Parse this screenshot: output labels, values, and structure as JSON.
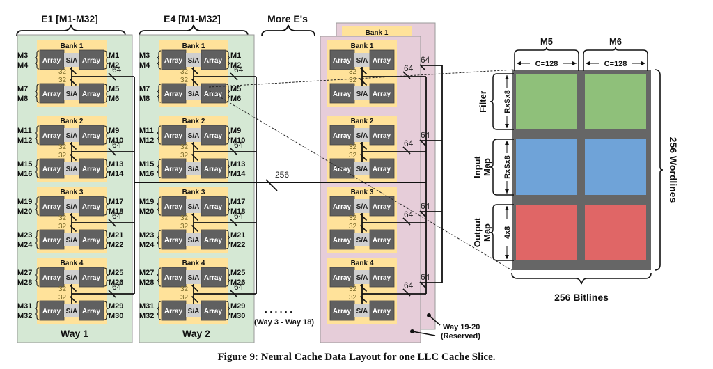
{
  "title_e1": "E1 [M1-M32]",
  "title_e4": "E4 [M1-M32]",
  "title_more": "More E's",
  "way_labels": [
    "Way 1",
    "Way 2"
  ],
  "ways_middle": "(Way 3 - Way 18)",
  "ellipsis": ". . . . . .",
  "reserved_line1": "Way 19-20",
  "reserved_line2": "(Reserved)",
  "bus_main": "256",
  "bus_64": "64",
  "bus_32": "32",
  "array_label": "Array",
  "sa_label": "S/A",
  "banks": [
    {
      "name": "Bank 1",
      "top": {
        "left": [
          "M3",
          "M4"
        ],
        "right": [
          "M1",
          "M2"
        ]
      },
      "bottom": {
        "left": [
          "M7",
          "M8"
        ],
        "right": [
          "M5",
          "M6"
        ]
      }
    },
    {
      "name": "Bank 2",
      "top": {
        "left": [
          "M11",
          "M12"
        ],
        "right": [
          "M9",
          "M10"
        ]
      },
      "bottom": {
        "left": [
          "M15",
          "M16"
        ],
        "right": [
          "M13",
          "M14"
        ]
      }
    },
    {
      "name": "Bank 3",
      "top": {
        "left": [
          "M19",
          "M20"
        ],
        "right": [
          "M17",
          "M18"
        ]
      },
      "bottom": {
        "left": [
          "M23",
          "M24"
        ],
        "right": [
          "M21",
          "M22"
        ]
      }
    },
    {
      "name": "Bank 4",
      "top": {
        "left": [
          "M27",
          "M28"
        ],
        "right": [
          "M25",
          "M26"
        ]
      },
      "bottom": {
        "left": [
          "M31",
          "M32"
        ],
        "right": [
          "M29",
          "M30"
        ]
      }
    }
  ],
  "back_bank_label": "Bank 1",
  "detail": {
    "columns": [
      {
        "name": "M5",
        "width_label": "C=128"
      },
      {
        "name": "M6",
        "width_label": "C=128"
      }
    ],
    "rows": [
      {
        "name": "Filter",
        "height_label": "RxSx8",
        "color": "#8fc07a"
      },
      {
        "name": "Input Map",
        "name_lines": [
          "Input",
          "Map"
        ],
        "height_label": "RxSx8",
        "color": "#6fa3d8"
      },
      {
        "name": "Output Map",
        "name_lines": [
          "Output",
          "Map"
        ],
        "height_label": "4x8",
        "color": "#e06666"
      }
    ],
    "wordlines_label": "256 Wordlines",
    "bitlines_label": "256 Bitlines"
  },
  "colors": {
    "way_bg": "#d5e8d4",
    "bank_bg": "#ffe29a",
    "reserved_bg": "#e6cdd9",
    "array_fill": "#606060",
    "sa_fill": "#cfcfcf",
    "grid_gray": "#666666"
  },
  "caption": "Figure 9: Neural Cache Data Layout for one LLC Cache Slice."
}
